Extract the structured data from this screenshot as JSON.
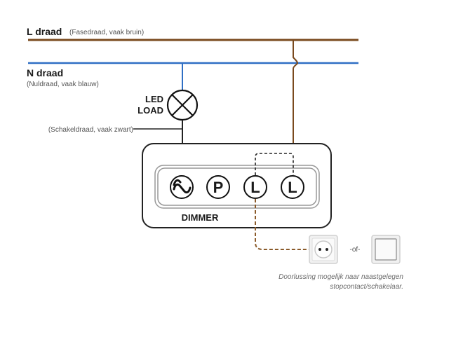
{
  "l_wire": {
    "title": "L draad",
    "subtitle": "(Fasedraad, vaak bruin)",
    "color": "#7a4a1e"
  },
  "n_wire": {
    "title": "N draad",
    "subtitle": "(Nuldraad, vaak blauw)",
    "color": "#2f6fc4"
  },
  "switch_wire": {
    "label": "(Schakeldraad, vaak zwart)",
    "color": "#222222"
  },
  "lamp": {
    "line1": "LED",
    "line2": "LOAD"
  },
  "dimmer": {
    "label": "DIMMER",
    "terminals": [
      {
        "symbol": "≈",
        "name": "load-output"
      },
      {
        "symbol": "P",
        "name": "push"
      },
      {
        "symbol": "L",
        "name": "live-loop"
      },
      {
        "symbol": "L",
        "name": "live"
      }
    ]
  },
  "loop": {
    "separator": "-of-",
    "note_line1": "Doorlussing mogelijk naar naastgelegen",
    "note_line2": "stopcontact/schakelaar."
  }
}
